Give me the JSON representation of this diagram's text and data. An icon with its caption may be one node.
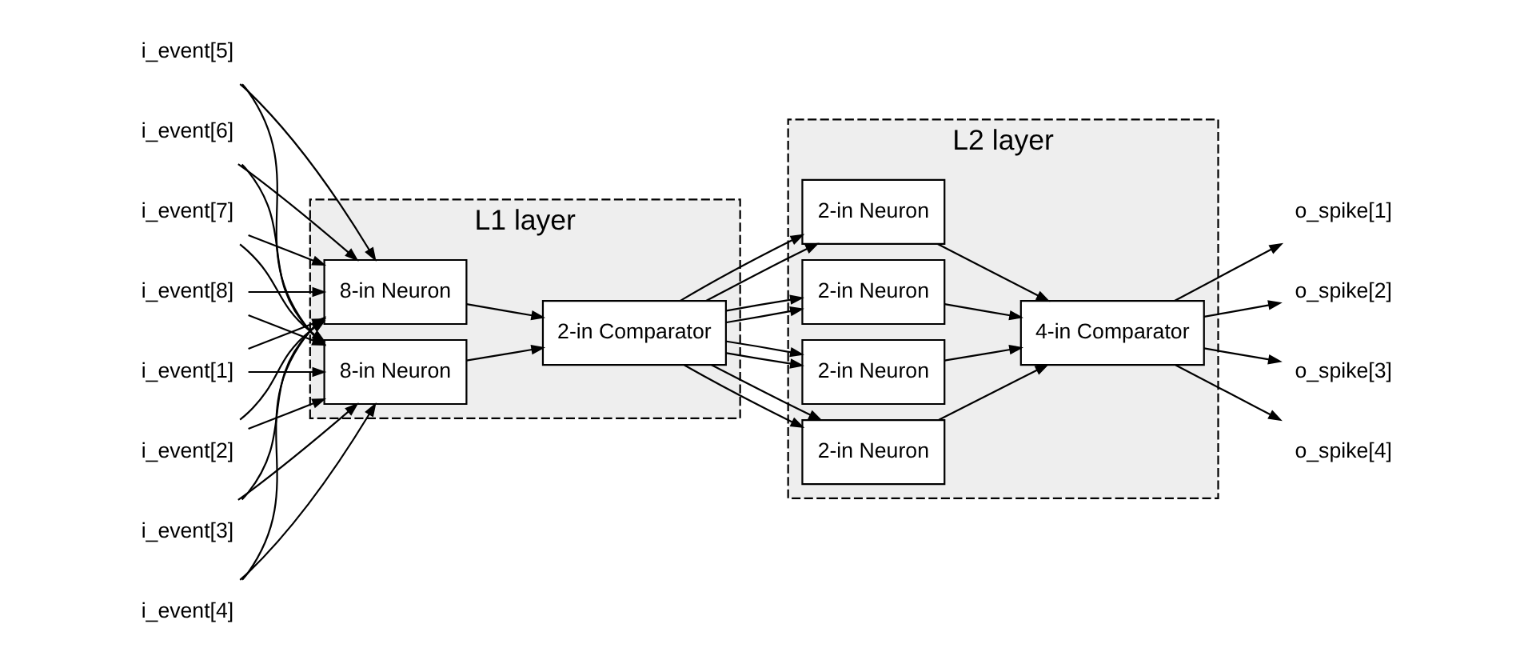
{
  "diagram": {
    "nodes": [
      {
        "text": [
          "L1 layer"
        ]
      },
      {
        "text": [
          "8-in Neuron"
        ],
        "in": 0
      },
      {
        "text": [
          "8-in Neuron"
        ],
        "in": 0
      },
      {
        "text": [
          "2-in Comparator"
        ],
        "in": 0
      },
      {
        "text": [
          "L2 layer"
        ]
      },
      {
        "text": [
          "2-in Neuron"
        ],
        "in": 4
      },
      {
        "text": [
          "2-in Neuron"
        ],
        "in": 4
      },
      {
        "text": [
          "2-in Neuron"
        ],
        "in": 4
      },
      {
        "text": [
          "2-in Neuron"
        ],
        "in": 4
      },
      {
        "text": [
          "4-in Comparator"
        ],
        "in": 4
      },
      {
        "text": [
          "i_event[1]"
        ]
      },
      {
        "text": [
          "i_event[2]"
        ]
      },
      {
        "text": [
          "i_event[3]"
        ]
      },
      {
        "text": [
          "i_event[4]"
        ]
      },
      {
        "text": [
          "i_event[5]"
        ]
      },
      {
        "text": [
          "i_event[6]"
        ]
      },
      {
        "text": [
          "i_event[7]"
        ]
      },
      {
        "text": [
          "i_event[8]"
        ]
      },
      {
        "text": [
          "o_spike[1]"
        ]
      },
      {
        "text": [
          "o_spike[2]"
        ]
      },
      {
        "text": [
          "o_spike[3]"
        ]
      },
      {
        "text": [
          "o_spike[4]"
        ]
      }
    ],
    "edges": [
      {
        "from": 10,
        "to": 1,
        "arrow": "to"
      },
      {
        "from": 11,
        "to": 1,
        "arrow": "to"
      },
      {
        "from": 12,
        "to": 1,
        "arrow": "to"
      },
      {
        "from": 13,
        "to": 1,
        "arrow": "to"
      },
      {
        "from": 14,
        "to": 1,
        "arrow": "to"
      },
      {
        "from": 15,
        "to": 1,
        "arrow": "to"
      },
      {
        "from": 16,
        "to": 1,
        "arrow": "to"
      },
      {
        "from": 17,
        "to": 1,
        "arrow": "to"
      },
      {
        "from": 10,
        "to": 2,
        "arrow": "to"
      },
      {
        "from": 11,
        "to": 2,
        "arrow": "to"
      },
      {
        "from": 12,
        "to": 2,
        "arrow": "to"
      },
      {
        "from": 13,
        "to": 2,
        "arrow": "to"
      },
      {
        "from": 14,
        "to": 2,
        "arrow": "to"
      },
      {
        "from": 15,
        "to": 2,
        "arrow": "to"
      },
      {
        "from": 16,
        "to": 2,
        "arrow": "to"
      },
      {
        "from": 17,
        "to": 2,
        "arrow": "to"
      },
      {
        "from": 1,
        "to": 3,
        "arrow": "to"
      },
      {
        "from": 2,
        "to": 3,
        "arrow": "to"
      },
      {
        "from": 3,
        "to": 5,
        "arrow": "to"
      },
      {
        "from": 3,
        "to": 6,
        "arrow": "to"
      },
      {
        "from": 3,
        "to": 7,
        "arrow": "to"
      },
      {
        "from": 3,
        "to": 8,
        "arrow": "to"
      },
      {
        "from": 3,
        "to": 5,
        "arrow": "to"
      },
      {
        "from": 3,
        "to": 6,
        "arrow": "to"
      },
      {
        "from": 3,
        "to": 7,
        "arrow": "to"
      },
      {
        "from": 3,
        "to": 8,
        "arrow": "to"
      },
      {
        "from": 5,
        "to": 9,
        "arrow": "to"
      },
      {
        "from": 6,
        "to": 9,
        "arrow": "to"
      },
      {
        "from": 7,
        "to": 9,
        "arrow": "to"
      },
      {
        "from": 8,
        "to": 9,
        "arrow": "to"
      },
      {
        "from": 9,
        "to": 18,
        "arrow": "to"
      },
      {
        "from": 9,
        "to": 19,
        "arrow": "to"
      },
      {
        "from": 9,
        "to": 20,
        "arrow": "to"
      },
      {
        "from": 9,
        "to": 21,
        "arrow": "to"
      }
    ]
  }
}
